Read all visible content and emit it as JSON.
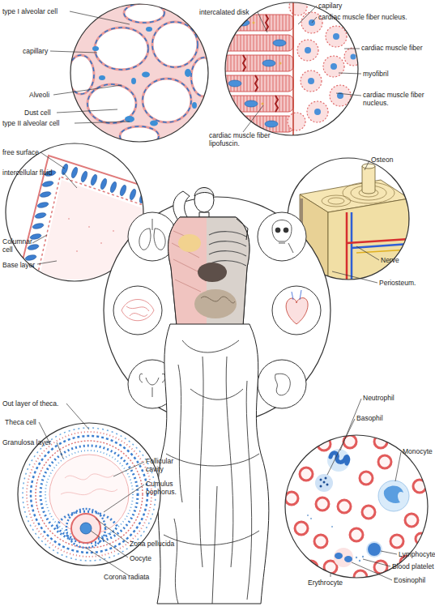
{
  "diagram": {
    "labels": [
      "type I alveolar cell",
      "capillary",
      "Alveoli",
      "Dust cell",
      "type II alveolar cell",
      "capilary",
      "intercalated disk",
      "cardiac muscle fiber nucleus.",
      "cardiac muscle fiber",
      "myofibril",
      "cardiac muscle fiber nucleus.",
      "cardiac muscle fiber lipofuscin.",
      "free surface",
      "intercellular fluid",
      "Columnar cell",
      "Base layer",
      "Osteon",
      "Nerve",
      "Periosteum.",
      "Out layer of theca.",
      "Theca cell",
      "Granulosa layer",
      "Follicular cavity",
      "Cumulus oophorus.",
      "Zona pellucida",
      "Oocyte",
      "Corona radiata",
      "Neutrophil",
      "Basophil",
      "Monocyte",
      "Lymphocyte",
      "Blood platelet",
      "Eosinophil",
      "Erythrocyte"
    ]
  }
}
